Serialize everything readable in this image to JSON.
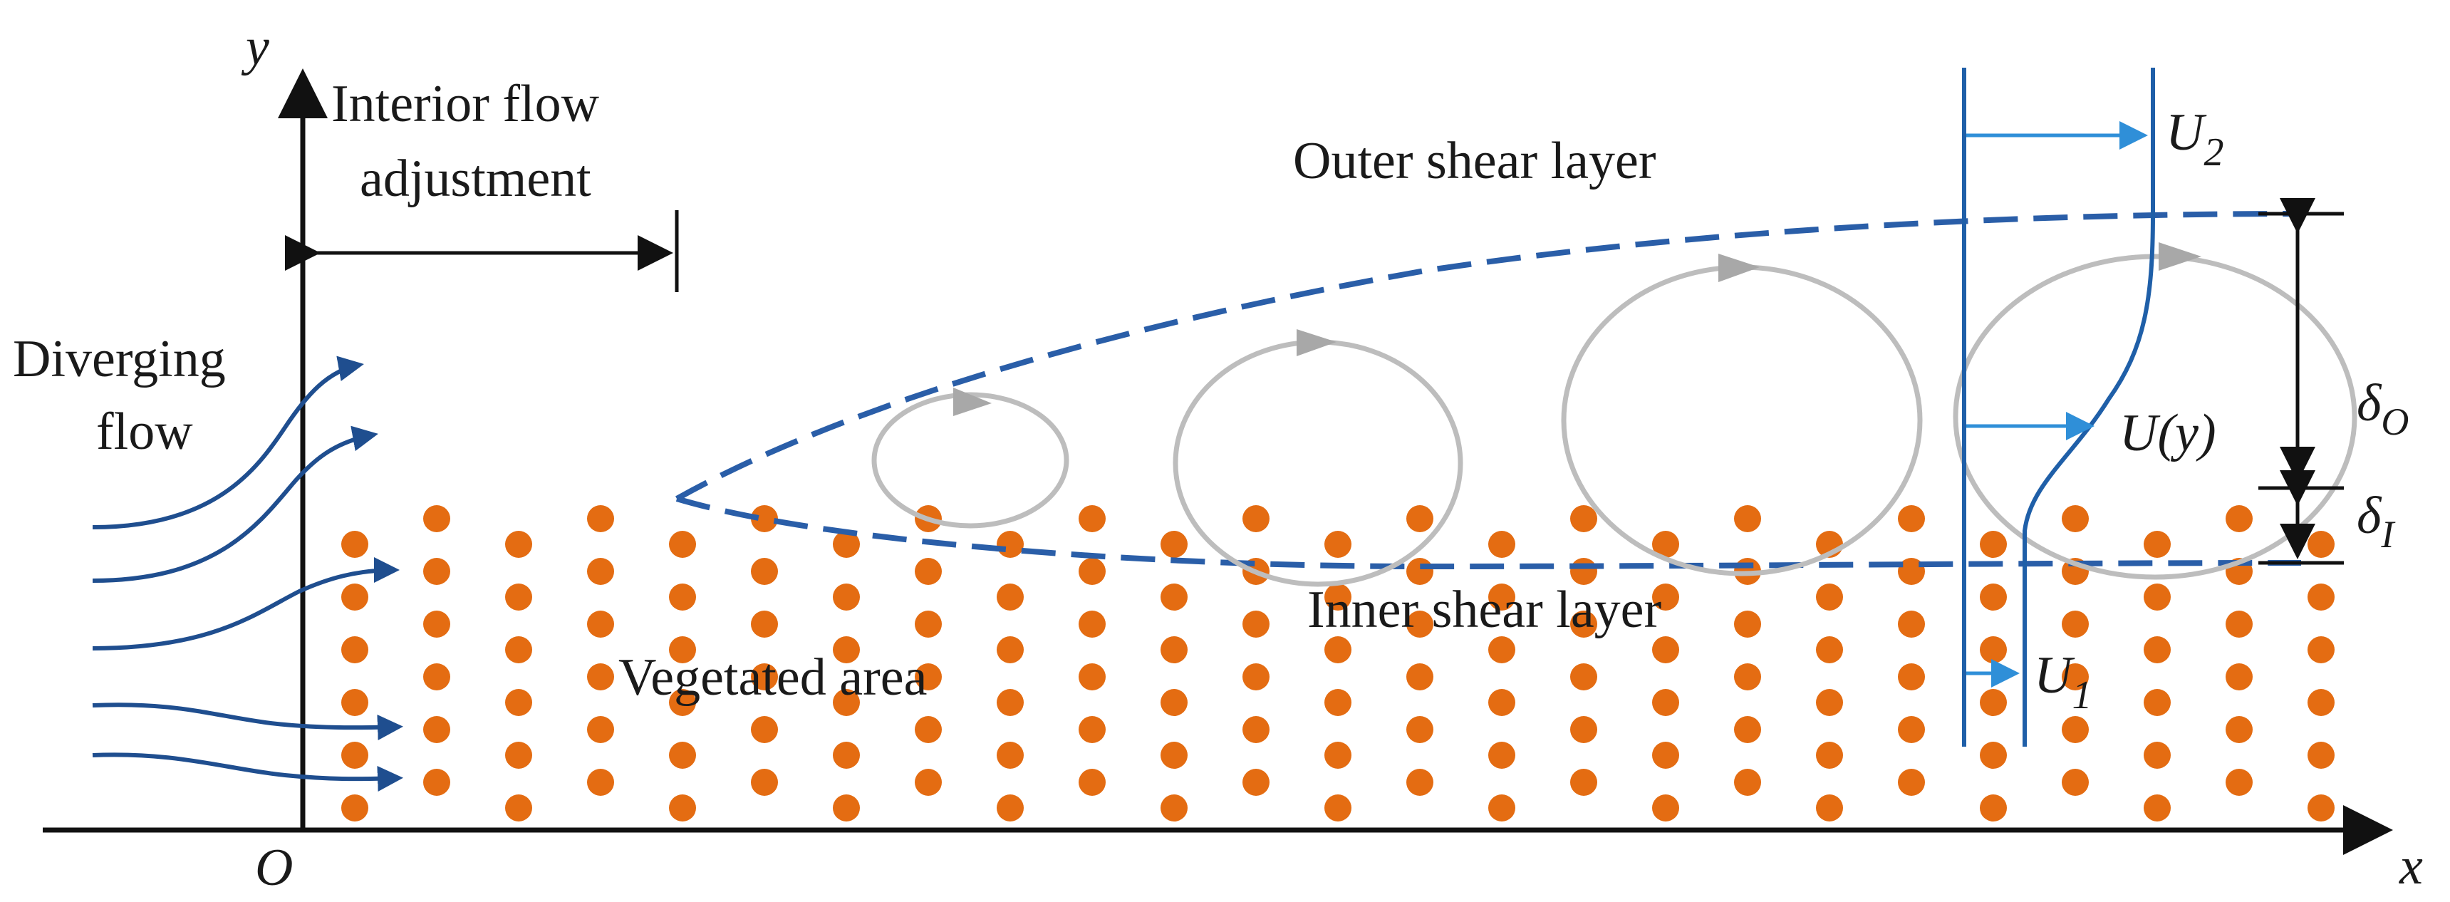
{
  "labels": {
    "axis_y": "y",
    "axis_x": "x",
    "origin": "O",
    "interior_line1": "Interior flow",
    "interior_line2": "adjustment",
    "diverging_line1": "Diverging",
    "diverging_line2": "flow",
    "outer_shear": "Outer shear layer",
    "inner_shear": "Inner shear layer",
    "vegetated": "Vegetated area",
    "u2_main": "U",
    "u2_sub": "2",
    "u1_main": "U",
    "u1_sub": "1",
    "uy_main": "U",
    "uy_arg": "(y)",
    "delta_o_main": "δ",
    "delta_o_sub": "O",
    "delta_i_main": "δ",
    "delta_i_sub": "I"
  },
  "colors": {
    "axis": "#111111",
    "shear_boundary": "#2a5ea8",
    "velocity_profile": "#1f5fa8",
    "velocity_arrow": "#2f8fd8",
    "vortex": "#bdbdbd",
    "vegetation": "#e46c12",
    "streamline": "#1f4e8f"
  },
  "icons": {
    "vortex": "circular-arrow-icon",
    "vegetation_stem": "dot-icon"
  }
}
